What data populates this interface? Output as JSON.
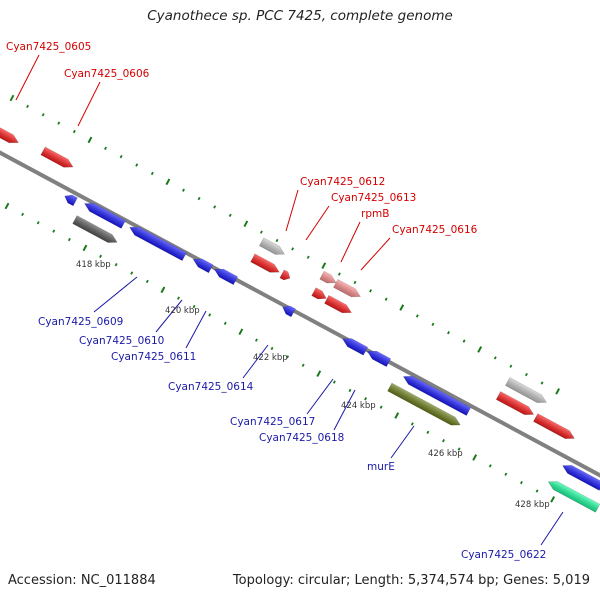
{
  "title": "Cyanothece sp. PCC 7425, complete genome",
  "accession": "Accession: NC_011884",
  "summary": "Topology: circular; Length: 5,374,574 bp; Genes: 5,019",
  "colors": {
    "forward_label": "#d40000",
    "reverse_label": "#1a1aa8",
    "forward_gene": "#ff1a1a",
    "reverse_gene": "#1a1aff",
    "pseudo_gene": "#c8c8c8",
    "dark_gene": "#595959",
    "olive_gene": "#6b7f1a",
    "teal_gene": "#1affa0",
    "pink_gene": "#ff9090",
    "backbone": "#808080",
    "ticks": "#1a7a1a"
  },
  "ticks": {
    "kbp_labels": [
      "418 kbp",
      "420 kbp",
      "422 kbp",
      "424 kbp",
      "426 kbp",
      "428 kbp"
    ]
  },
  "forward_gene_labels": [
    "Cyan7425_0605",
    "Cyan7425_0606",
    "Cyan7425_0612",
    "Cyan7425_0613",
    "rpmB",
    "Cyan7425_0616"
  ],
  "reverse_gene_labels": [
    "Cyan7425_0609",
    "Cyan7425_0610",
    "Cyan7425_0611",
    "Cyan7425_0614",
    "Cyan7425_0617",
    "Cyan7425_0618",
    "murE",
    "Cyan7425_0622"
  ]
}
